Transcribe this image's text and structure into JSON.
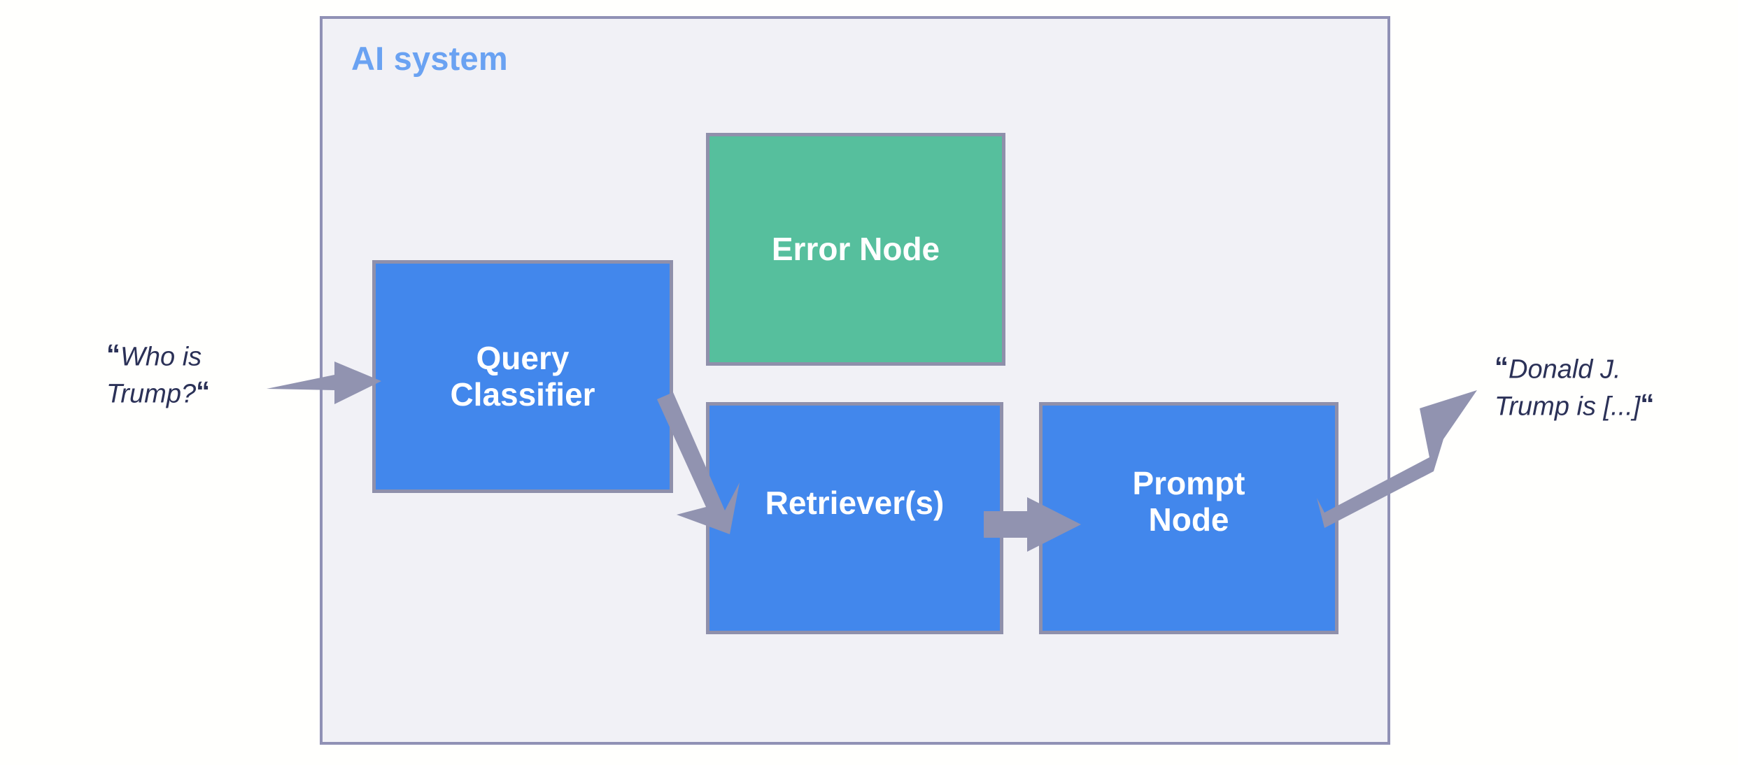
{
  "diagram": {
    "title": "AI system",
    "title_color": "#6aa2f2",
    "container_bg": "#f1f1f6",
    "container_border": "#9091b5",
    "canvas_bg": "#fffffd",
    "arrow_color": "#9193b0",
    "nodes": [
      {
        "id": "query-classifier",
        "label": "Query Classifier",
        "label_line1": "Query",
        "label_line2": "Classifier",
        "color": "#4287ec",
        "text_color": "#ffffff",
        "border_color": "#8f90ab"
      },
      {
        "id": "error-node",
        "label": "Error Node",
        "color": "#56bf9d",
        "text_color": "#ffffff",
        "border_color": "#8f90ab"
      },
      {
        "id": "retriever",
        "label": "Retriever(s)",
        "color": "#4287ec",
        "text_color": "#ffffff",
        "border_color": "#8f90ab"
      },
      {
        "id": "prompt-node",
        "label": "Prompt Node",
        "label_line1": "Prompt",
        "label_line2": "Node",
        "color": "#4287ec",
        "text_color": "#ffffff",
        "border_color": "#8f90ab"
      }
    ],
    "input_quote": {
      "open_quote": "“",
      "line1": "Who is",
      "line2": "Trump?",
      "close_quote": "“"
    },
    "output_quote": {
      "open_quote": "“",
      "line1": "Donald J.",
      "line2": "Trump is [...]",
      "close_quote": "“"
    },
    "edges": [
      {
        "id": "input-to-query-classifier",
        "from": "input-query",
        "to": "query-classifier"
      },
      {
        "id": "query-classifier-to-retriever",
        "from": "query-classifier",
        "to": "retriever"
      },
      {
        "id": "retriever-to-prompt-node",
        "from": "retriever",
        "to": "prompt-node"
      },
      {
        "id": "prompt-node-to-output",
        "from": "prompt-node",
        "to": "output-answer"
      }
    ]
  }
}
